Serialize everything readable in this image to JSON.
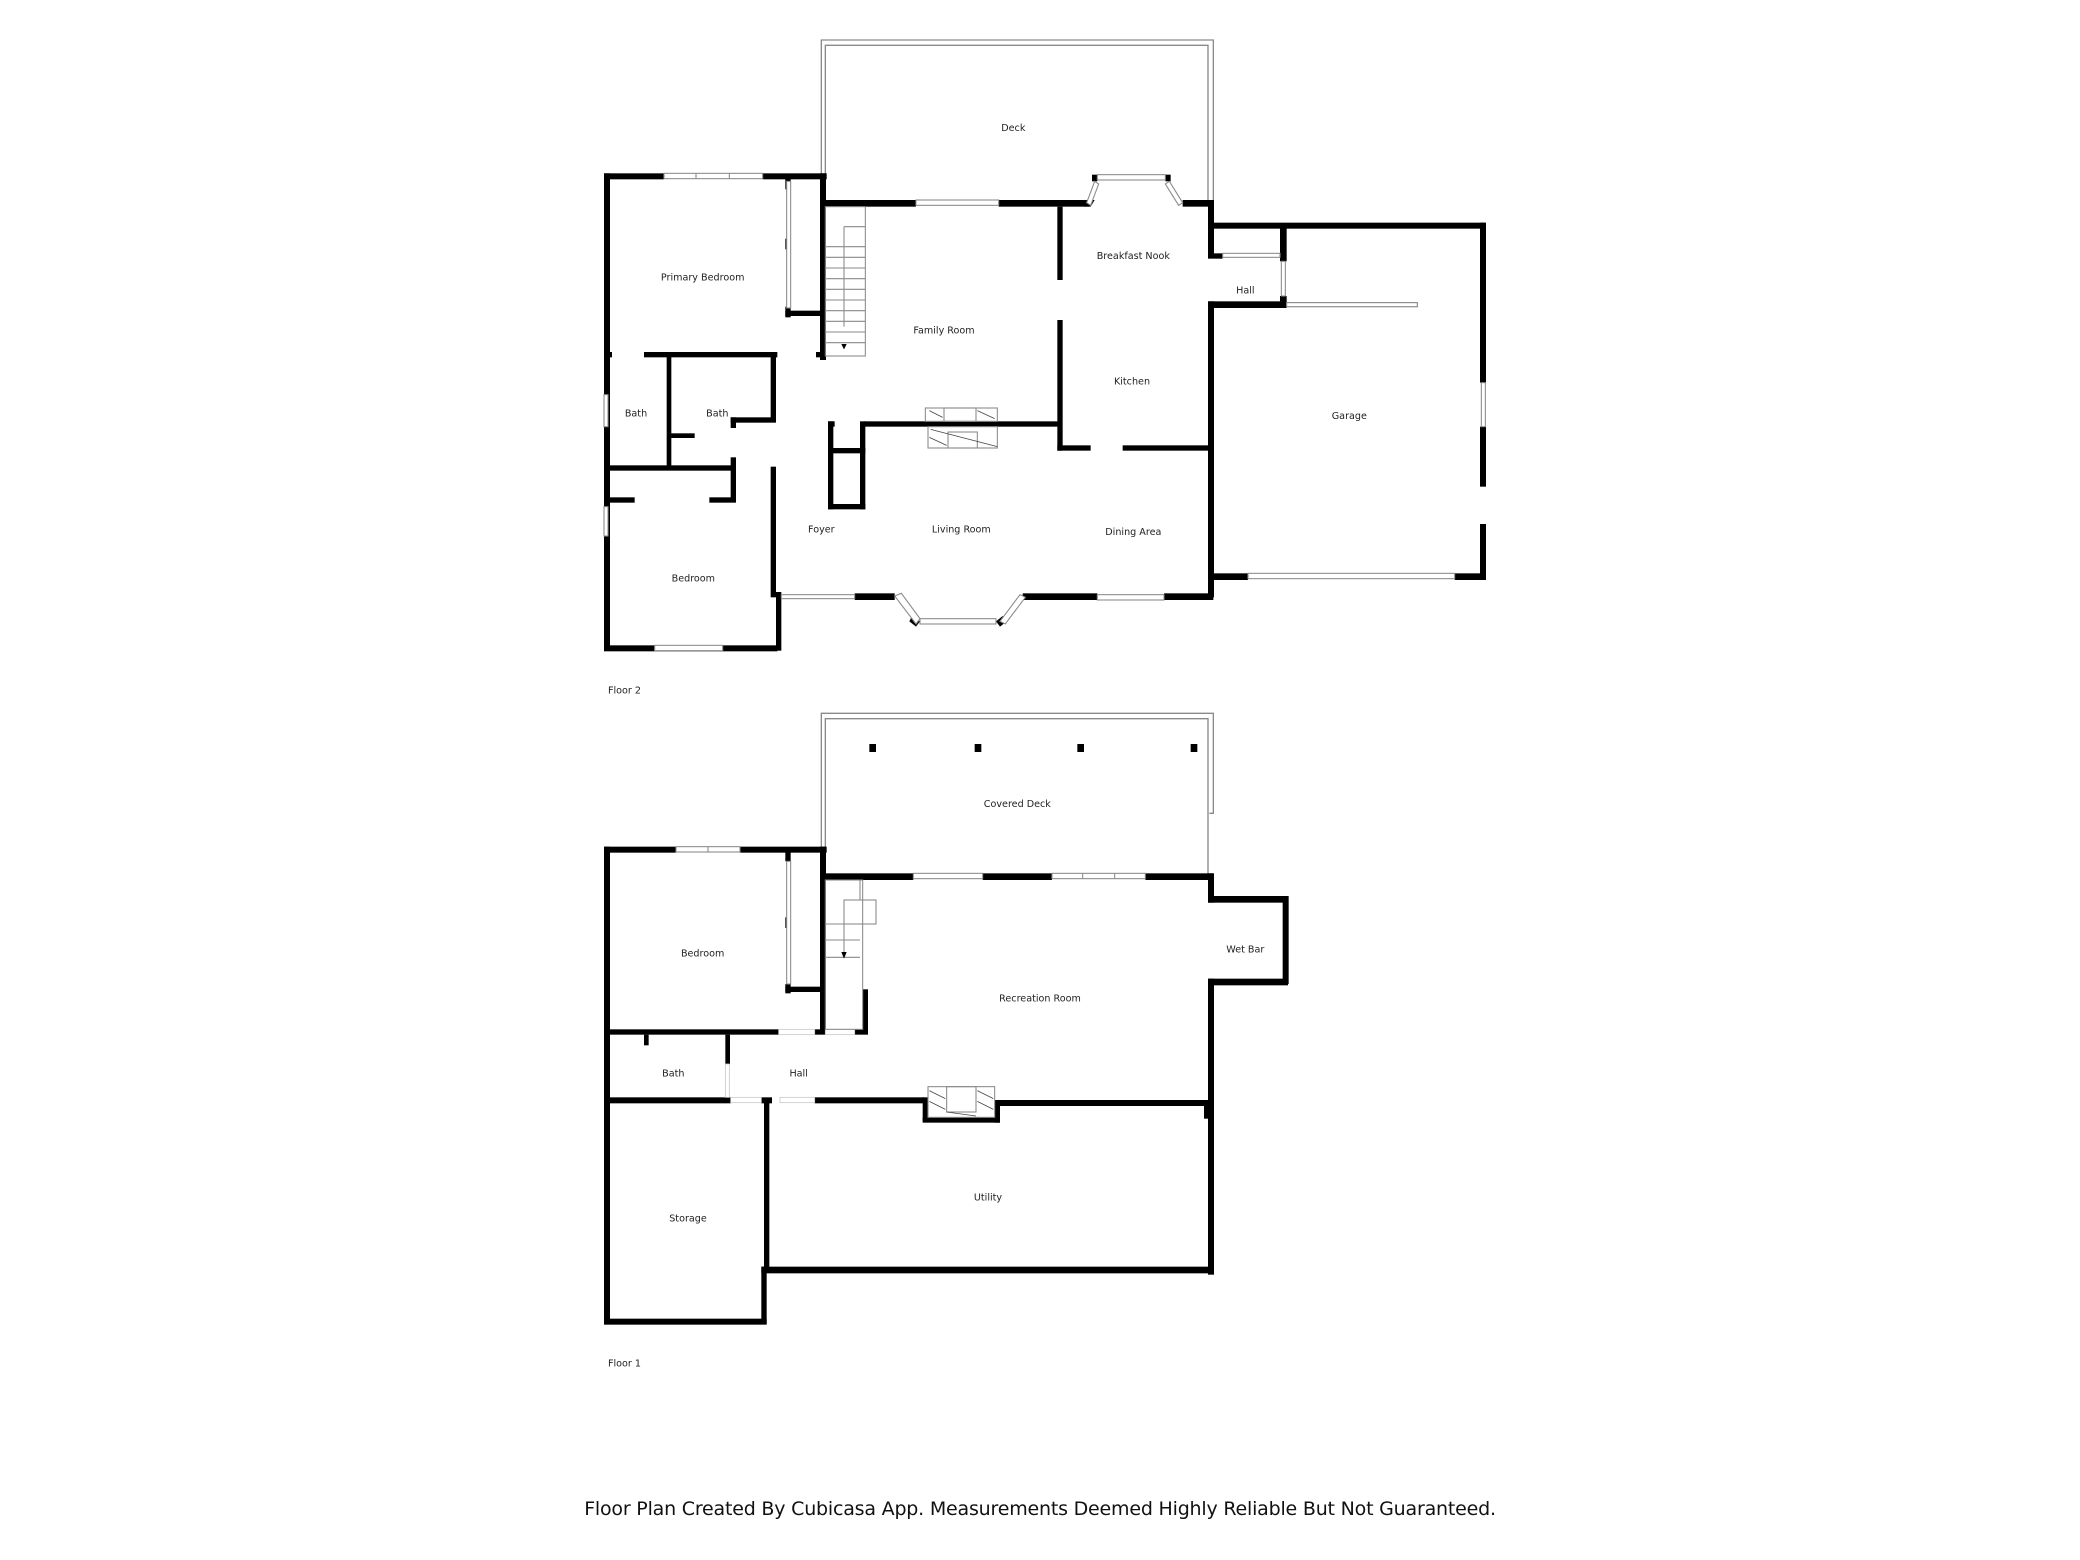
{
  "floors": [
    {
      "label": "Floor 2",
      "rooms": {
        "deck": "Deck",
        "primary_bedroom": "Primary Bedroom",
        "family_room": "Family Room",
        "breakfast_nook": "Breakfast Nook",
        "hall": "Hall",
        "kitchen": "Kitchen",
        "garage": "Garage",
        "bath_1": "Bath",
        "bath_2": "Bath",
        "foyer": "Foyer",
        "living_room": "Living Room",
        "dining_area": "Dining Area",
        "bedroom": "Bedroom"
      }
    },
    {
      "label": "Floor 1",
      "rooms": {
        "covered_deck": "Covered Deck",
        "bedroom": "Bedroom",
        "wet_bar": "Wet Bar",
        "recreation_room": "Recreation Room",
        "bath": "Bath",
        "hall": "Hall",
        "storage": "Storage",
        "utility": "Utility"
      }
    }
  ],
  "footer": {
    "text": "Floor Plan Created By Cubicasa App. Measurements Deemed Highly Reliable But Not Guaranteed."
  },
  "colors": {
    "wall": "#000000",
    "background": "#ffffff",
    "outline": "#8a8a8a"
  }
}
